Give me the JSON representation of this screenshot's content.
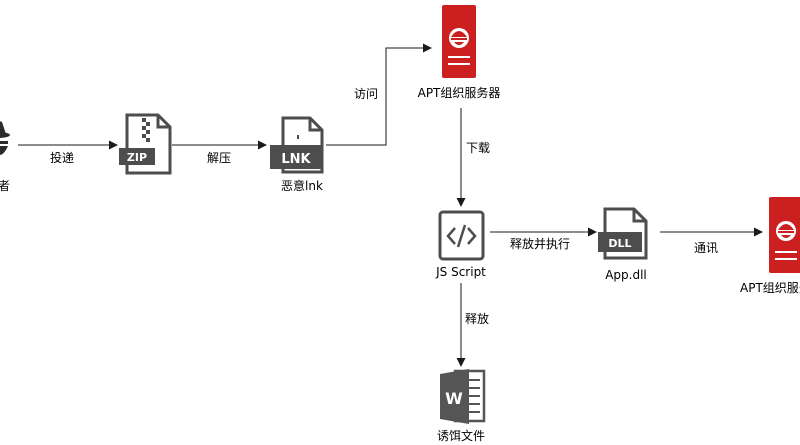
{
  "nodes": {
    "attacker": {
      "label": "攻击者"
    },
    "zip": {
      "badge": "ZIP"
    },
    "lnk": {
      "badge": "LNK",
      "label": "恶意lnk"
    },
    "server_top": {
      "label": "APT组织服务器"
    },
    "js": {
      "label": "JS Script"
    },
    "dll": {
      "badge": "DLL",
      "label": "App.dll"
    },
    "server_right": {
      "label": "APT组织服务器"
    },
    "doc": {
      "label": "诱饵文件"
    }
  },
  "edges": {
    "deliver": "投递",
    "extract": "解压",
    "visit": "访问",
    "download": "下载",
    "release_exec": "释放并执行",
    "communicate": "通讯",
    "release": "释放"
  },
  "colors": {
    "server_red": "#cc1f1f",
    "file_gray": "#4d4d4d",
    "word_gray": "#555555",
    "line": "#1a1a1a"
  }
}
